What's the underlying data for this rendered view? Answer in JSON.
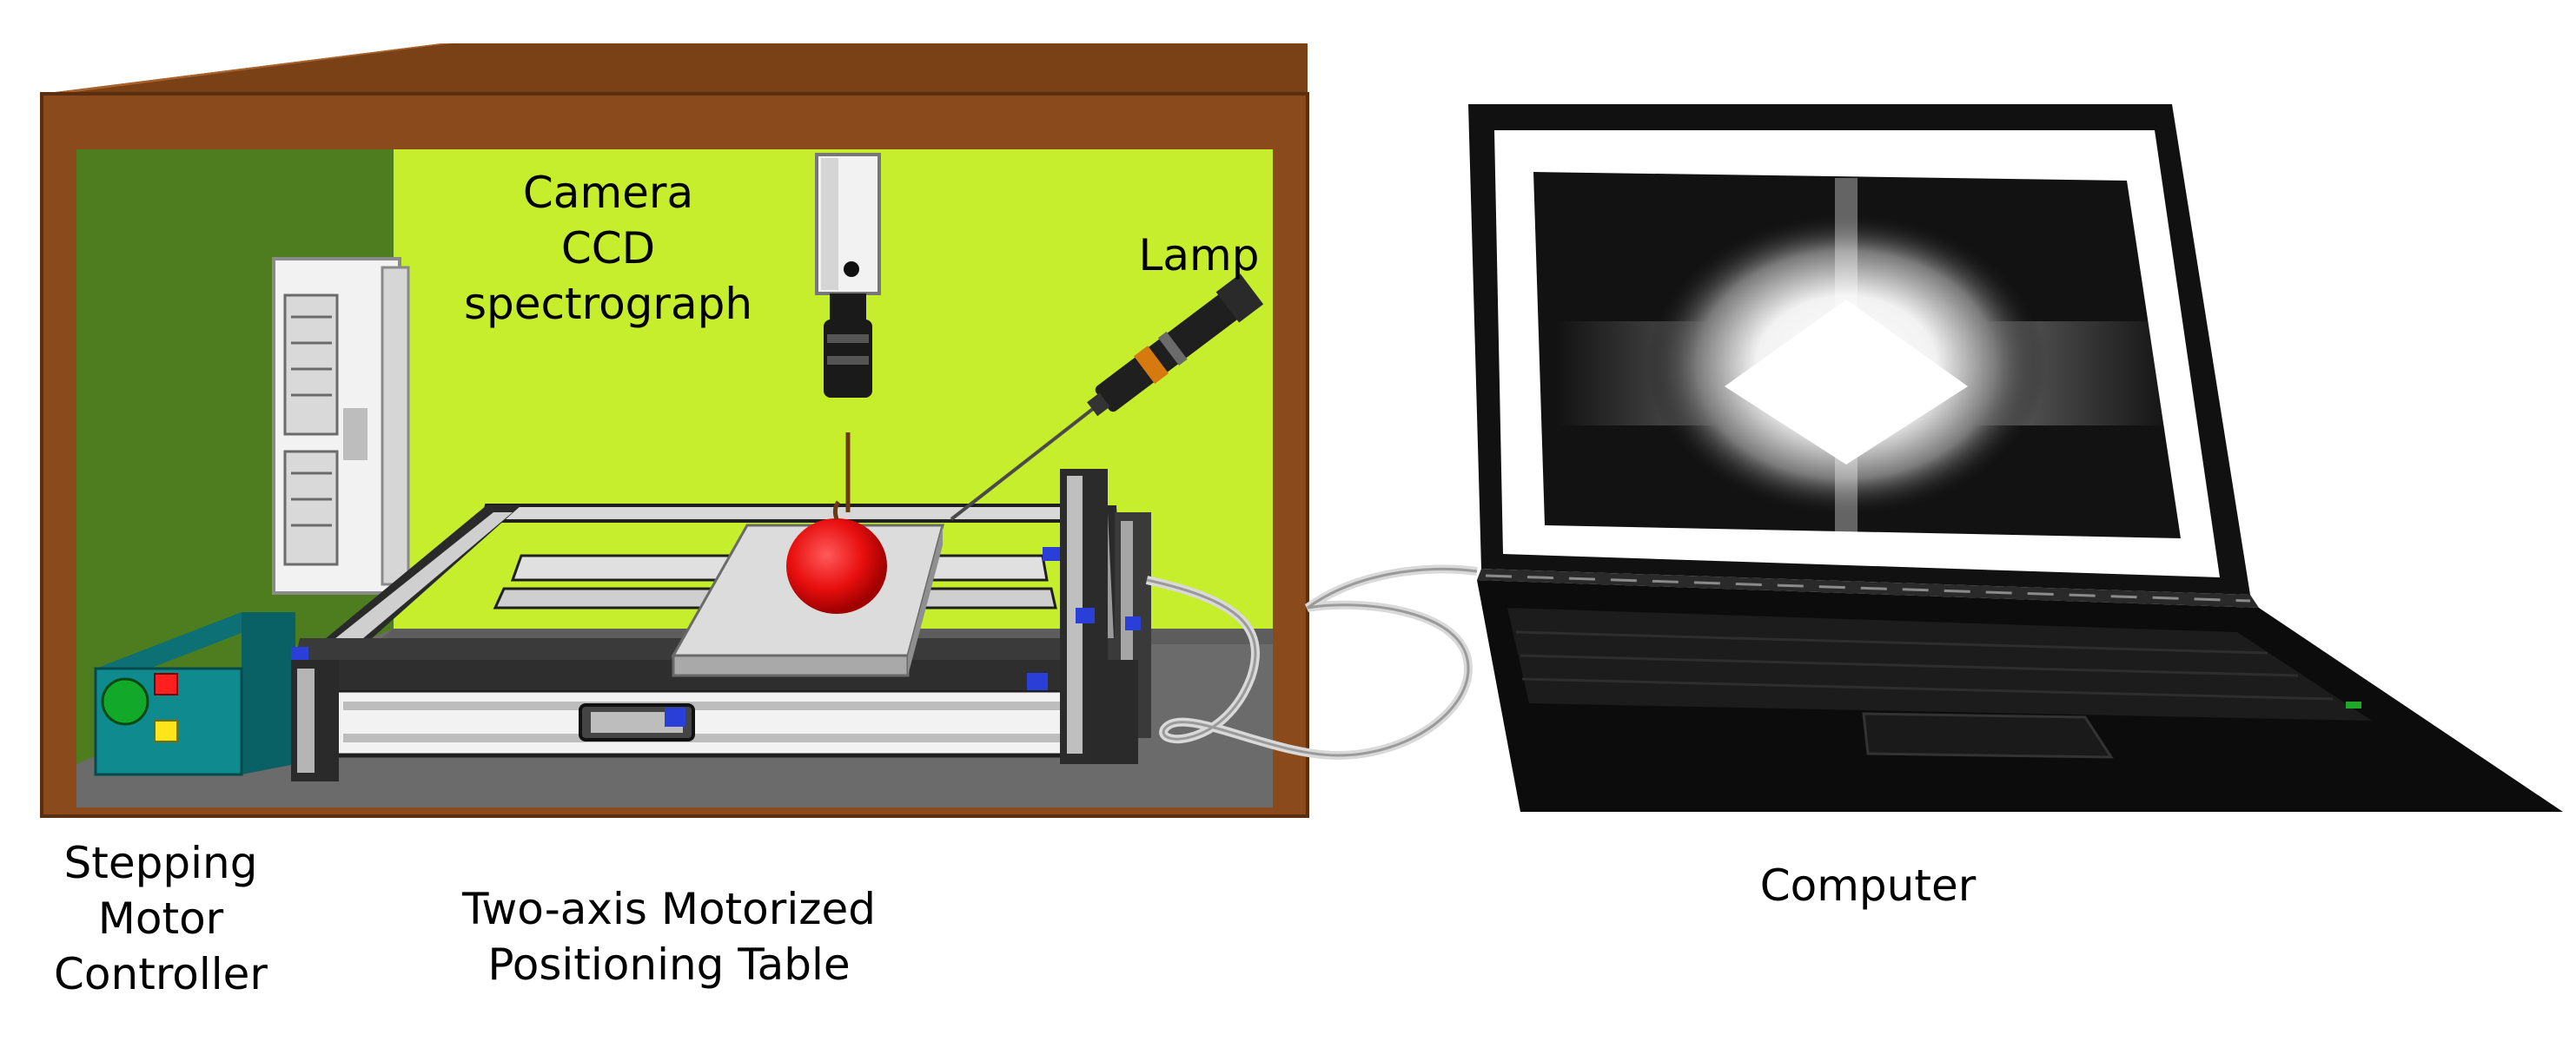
{
  "labels": {
    "camera": [
      "Camera",
      "CCD",
      "spectrograph"
    ],
    "lamp": "Lamp",
    "computer": "Computer",
    "controller": [
      "Stepping",
      "Motor",
      "Controller"
    ],
    "table": [
      "Two-axis Motorized",
      "Positioning Table"
    ]
  },
  "colors": {
    "cabinet_wood": "#8a4a1c",
    "cabinet_top": "#7a4016",
    "back_wall": "#c6ee2c",
    "left_wall": "#4e7d1f",
    "floor": "#6b6b6b",
    "controller_box": "#0f8b8f",
    "sample": "#e80f0f",
    "laptop_body": "#111111"
  }
}
